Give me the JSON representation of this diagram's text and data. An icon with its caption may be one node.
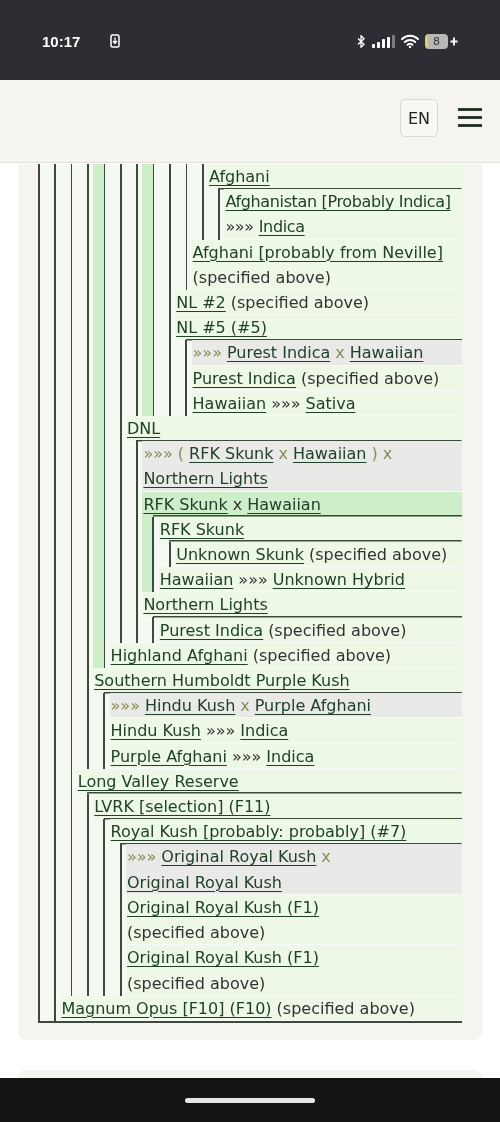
{
  "diagram": {
    "nodes": [
      {
        "text": [
          "Afghani"
        ]
      },
      {
        "text": [
          "Afghanistan [Probably Indica]",
          "»»»",
          "Indica"
        ],
        "in": 0
      },
      {
        "text": [
          "Afghani [probably from Neville]",
          "(specified above)"
        ]
      },
      {
        "text": [
          "NL #2",
          "(specified above)"
        ]
      },
      {
        "text": [
          "NL #5 (#5)"
        ]
      },
      {
        "text": [
          "»»»",
          "Purest Indica",
          "x",
          "Hawaiian"
        ],
        "in": 4
      },
      {
        "text": [
          "Purest Indica",
          "(specified above)"
        ],
        "in": 4
      },
      {
        "text": [
          "Hawaiian",
          "»»»",
          "Sativa"
        ],
        "in": 4
      },
      {
        "text": [
          "DNL"
        ]
      },
      {
        "text": [
          "»»» (",
          "RFK Skunk",
          "x",
          "Hawaiian",
          ") x",
          "Northern Lights"
        ],
        "in": 8
      },
      {
        "text": [
          "RFK Skunk",
          "x",
          "Hawaiian"
        ],
        "in": 8
      },
      {
        "text": [
          "RFK Skunk"
        ],
        "in": 10
      },
      {
        "text": [
          "Unknown Skunk",
          "(specified above)"
        ],
        "in": 11
      },
      {
        "text": [
          "Hawaiian",
          "»»»",
          "Unknown Hybrid"
        ],
        "in": 10
      },
      {
        "text": [
          "Northern Lights"
        ],
        "in": 8
      },
      {
        "text": [
          "Purest Indica",
          "(specified above)"
        ],
        "in": 14
      },
      {
        "text": [
          "Highland Afghani",
          "(specified above)"
        ]
      },
      {
        "text": [
          "Southern Humboldt Purple Kush"
        ]
      },
      {
        "text": [
          "»»»",
          "Hindu Kush",
          "x",
          "Purple Afghani"
        ],
        "in": 17
      },
      {
        "text": [
          "Hindu Kush",
          "»»»",
          "Indica"
        ],
        "in": 17
      },
      {
        "text": [
          "Purple Afghani",
          "»»»",
          "Indica"
        ],
        "in": 17
      },
      {
        "text": [
          "Long Valley Reserve"
        ]
      },
      {
        "text": [
          "LVRK [selection] (F11)"
        ],
        "in": 21
      },
      {
        "text": [
          "Royal Kush [probably: probably] (#7)"
        ],
        "in": 22
      },
      {
        "text": [
          "»»»",
          "Original Royal Kush",
          "x",
          "Original Royal Kush"
        ],
        "in": 23
      },
      {
        "text": [
          "Original Royal Kush (F1)",
          "(specified above)"
        ],
        "in": 23
      },
      {
        "text": [
          "Original Royal Kush (F1)",
          "(specified above)"
        ],
        "in": 23
      },
      {
        "text": [
          "Magnum Opus [F10] (F10)",
          "(specified above)"
        ]
      }
    ],
    "labels": [
      "10:17",
      "8",
      "EN"
    ]
  }
}
